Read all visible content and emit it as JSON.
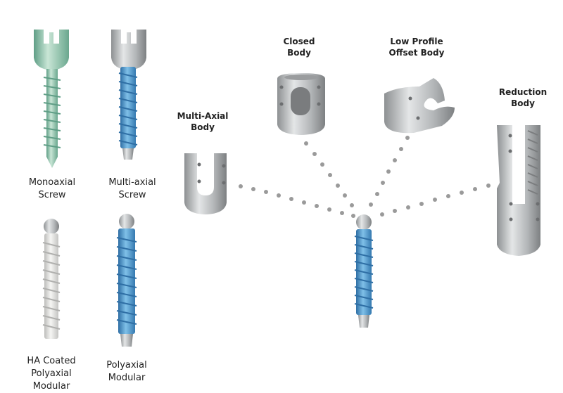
{
  "screws": [
    {
      "id": "monoaxial",
      "lines": [
        "Monoaxial",
        "Screw"
      ],
      "color": "#7fbfa8"
    },
    {
      "id": "multiaxial",
      "lines": [
        "Multi-axial",
        "Screw"
      ],
      "color": "#4a8ec6"
    },
    {
      "id": "ha-coated",
      "lines": [
        "HA Coated",
        "Polyaxial",
        "Modular"
      ],
      "color": "#e2e2e2"
    },
    {
      "id": "polyaxial",
      "lines": [
        "Polyaxial",
        "Modular"
      ],
      "color": "#4a9bd0"
    }
  ],
  "bodies": [
    {
      "id": "multi-axial-body",
      "lines": [
        "Multi-Axial",
        "Body"
      ]
    },
    {
      "id": "closed-body",
      "lines": [
        "Closed",
        "Body"
      ]
    },
    {
      "id": "low-profile-body",
      "lines": [
        "Low Profile",
        "Offset Body"
      ]
    },
    {
      "id": "reduction-body",
      "lines": [
        "Reduction",
        "Body"
      ]
    }
  ],
  "colors": {
    "metal": "#b8babc",
    "metal_dark": "#8c8e90",
    "dots": "#999999",
    "blue": "#4a9bd0",
    "green": "#86c3a7",
    "white_coat": "#e6e6e4"
  }
}
